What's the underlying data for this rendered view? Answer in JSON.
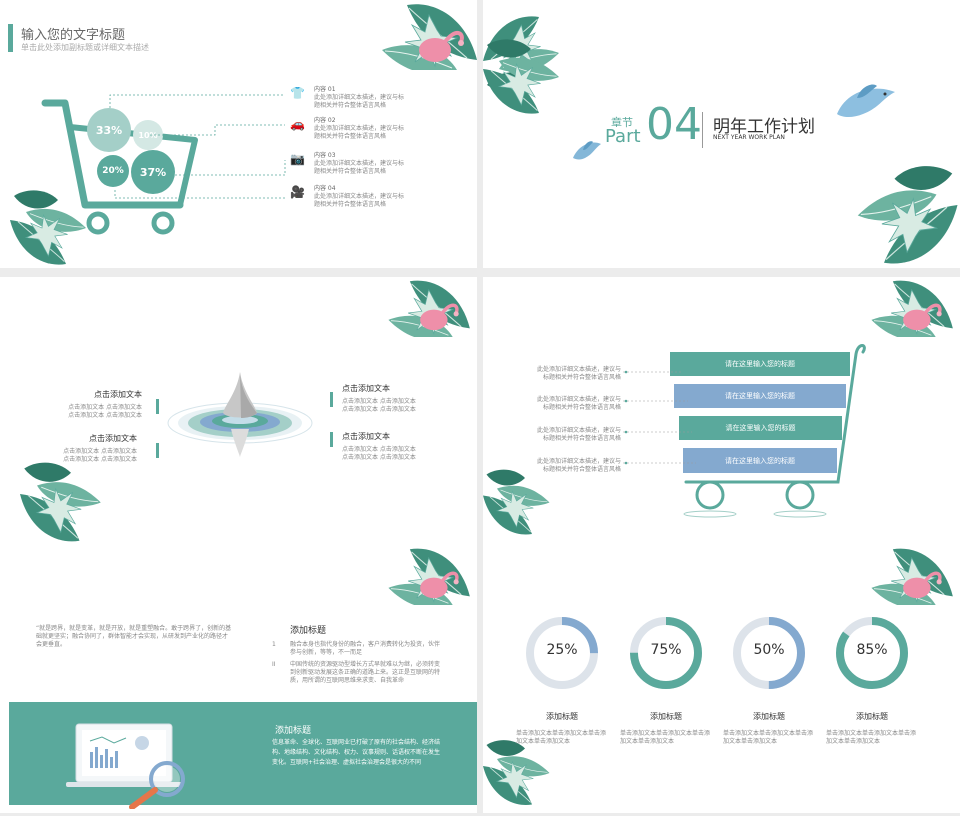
{
  "colors": {
    "teal": "#5aa99c",
    "teal_light": "#a4cfc8",
    "blue": "#84a9cf",
    "gray": "#dde3ea",
    "pink": "#ee8fa9"
  },
  "slide1": {
    "title": "输入您的文字标题",
    "subtitle": "单击此处添加副标题或详细文本描述",
    "bubbles": [
      "33%",
      "10%",
      "20%",
      "37%"
    ],
    "items": [
      {
        "icon": "shirt-icon",
        "title": "内容 01",
        "text": "此处添加详细文本描述，建议与标题相关并符合整体语言风格"
      },
      {
        "icon": "car-icon",
        "title": "内容 02",
        "text": "此处添加详细文本描述，建议与标题相关并符合整体语言风格"
      },
      {
        "icon": "camera-icon",
        "title": "内容 03",
        "text": "此处添加详细文本描述，建议与标题相关并符合整体语言风格"
      },
      {
        "icon": "video-camera-icon",
        "title": "内容 04",
        "text": "此处添加详细文本描述，建议与标题相关并符合整体语言风格"
      }
    ]
  },
  "slide2": {
    "chapter": "章节",
    "part": "Part",
    "number": "04",
    "title": "明年工作计划",
    "subtitle": "NEXT YEAR WORK PLAN"
  },
  "slide3": {
    "left": [
      {
        "title": "点击添加文本",
        "lines": [
          "点击添加文本  点击添加文本",
          "点击添加文本  点击添加文本"
        ]
      },
      {
        "title": "点击添加文本",
        "lines": [
          "点击添加文本  点击添加文本",
          "点击添加文本  点击添加文本"
        ]
      }
    ],
    "right": [
      {
        "title": "点击添加文本",
        "lines": [
          "点击添加文本  点击添加文本",
          "点击添加文本  点击添加文本"
        ]
      },
      {
        "title": "点击添加文本",
        "lines": [
          "点击添加文本  点击添加文本",
          "点击添加文本  点击添加文本"
        ]
      }
    ]
  },
  "slide4": {
    "bars": [
      "请在这里输入您的标题",
      "请在这里输入您的标题",
      "请在这里输入您的标题",
      "请在这里输入您的标题"
    ],
    "notes": [
      [
        "此处添加详细文本描述，建议与",
        "标题相关并符合整体语言风格"
      ],
      [
        "此处添加详细文本描述，建议与",
        "标题相关并符合整体语言风格"
      ],
      [
        "此处添加详细文本描述，建议与",
        "标题相关并符合整体语言风格"
      ],
      [
        "此处添加详细文本描述，建议与",
        "标题相关并符合整体语言风格"
      ]
    ]
  },
  "slide5": {
    "intro": "“就是跨界，就是变革，就是开放，就是重塑融合。敢于跨界了，创新的基础就更坚实；融合协同了，群体智能才会实现，从研发到产业化的路径才会更垂直。",
    "heading1": "添加标题",
    "num1": "1",
    "para1": "融合本身也指代身份的融合，客户消费转化为投资，伙伴参与创新，等等，不一而足",
    "num2": "II",
    "para2": "中国传统的资源驱动型增长方式早就难以为继，必须转变到创新驱动发展这条正确的道路上来。这正是互联网的特质，用所谓的互联网思维来求变、自我革命",
    "heading2": "添加标题",
    "para3": "信息革命、全球化、互联网业已打破了原有的社会结构、经济结构、地缘结构、文化结构、权力、议事规则、话语权不断在发生变化。互联网+社会治理、虚拟社会治理会是很大的不同"
  },
  "slide6": {
    "rings": [
      {
        "label": "25%",
        "value": 25,
        "color": "#84a9cf",
        "title": "添加标题",
        "desc": "单击添加文本单击添加文本单击添加文本单击添加文本"
      },
      {
        "label": "75%",
        "value": 75,
        "color": "#5aa99c",
        "title": "添加标题",
        "desc": "单击添加文本单击添加文本单击添加文本单击添加文本"
      },
      {
        "label": "50%",
        "value": 50,
        "color": "#84a9cf",
        "title": "添加标题",
        "desc": "单击添加文本单击添加文本单击添加文本单击添加文本"
      },
      {
        "label": "85%",
        "value": 85,
        "color": "#5aa99c",
        "title": "添加标题",
        "desc": "单击添加文本单击添加文本单击添加文本单击添加文本"
      }
    ]
  }
}
